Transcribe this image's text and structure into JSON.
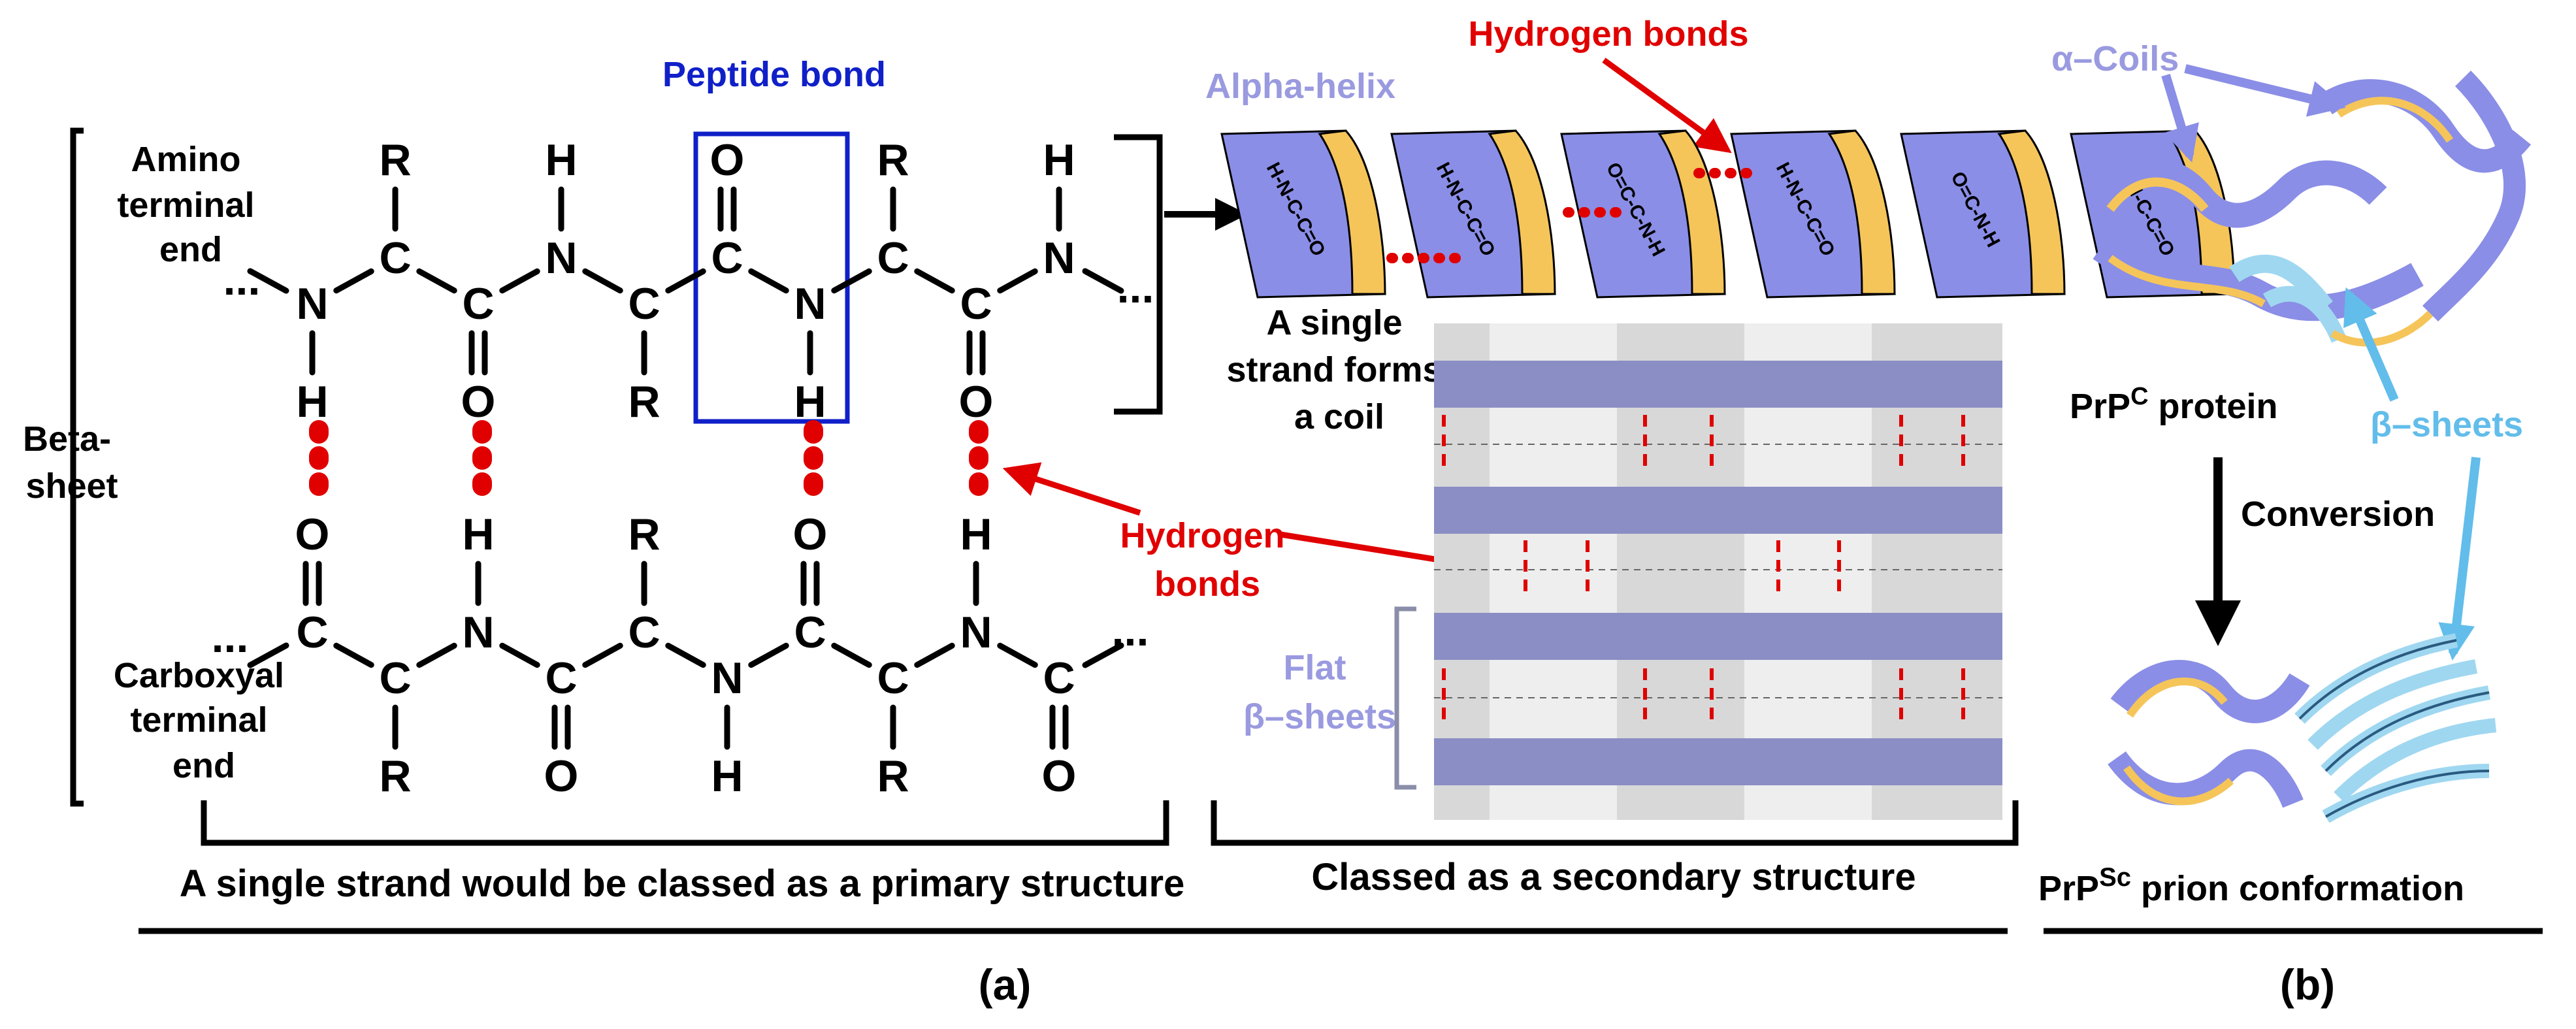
{
  "colors": {
    "helix_purple": "#8a8ee6",
    "helix_yellow": "#f5c55a",
    "hbond_red": "#e00000",
    "peptide_blue": "#1020c8",
    "label_purple": "#9a9ae0",
    "beta_cyan": "#62bdea"
  },
  "peptide_bond_label": "Peptide bond",
  "amino_end_label": [
    "Amino",
    "terminal",
    "end"
  ],
  "carboxyl_end_label": [
    "Carboxyal",
    "terminal",
    "end"
  ],
  "beta_sheet_label": [
    "Beta-",
    "sheet"
  ],
  "hydrogen_bonds_left": [
    "Hydrogen",
    "bonds"
  ],
  "hydrogen_bonds_top": "Hydrogen bonds",
  "alpha_helix_label": "Alpha-helix",
  "single_strand_coil": [
    "A single",
    "strand forms",
    "a coil"
  ],
  "flat_beta_label": [
    "Flat",
    "β–sheets"
  ],
  "caption_primary": "A single strand would be classed as a primary structure",
  "caption_secondary": "Classed as a secondary structure",
  "alpha_coils_label": "α–Coils",
  "prpc_label": {
    "main": "PrP",
    "sup": "C",
    "rest": " protein"
  },
  "beta_sheets_label": "β–sheets",
  "conversion_label": "Conversion",
  "prpsc_label": {
    "main": "PrP",
    "sup": "Sc",
    "rest": " prion conformation"
  },
  "panel_a": "(a)",
  "panel_b": "(b)",
  "top_strand_atoms": [
    "N",
    "C",
    "C",
    "N",
    "C",
    "C",
    "N",
    "C",
    "C",
    "N"
  ],
  "top_strand_up": [
    "",
    "R",
    "",
    "H",
    "",
    "O",
    "",
    "R",
    "",
    "H"
  ],
  "top_strand_down": [
    "H",
    "",
    "O",
    "",
    "R",
    "",
    "H",
    "",
    "O",
    ""
  ],
  "bottom_strand_atoms": [
    "C",
    "C",
    "N",
    "C",
    "C",
    "N",
    "C",
    "C",
    "N",
    "C"
  ],
  "bottom_strand_up": [
    "O",
    "",
    "H",
    "",
    "R",
    "",
    "O",
    "",
    "H",
    ""
  ],
  "bottom_strand_down": [
    "",
    "R",
    "",
    "O",
    "",
    "H",
    "",
    "R",
    "",
    "O"
  ],
  "ellipsis": "...",
  "helix_labels": [
    "H-N-C-C=O",
    "H-N-C-C=O",
    "O=C-C-N-H",
    "H-N-C-C=O",
    "O=C-N-H",
    "H-N-C-C=O"
  ]
}
